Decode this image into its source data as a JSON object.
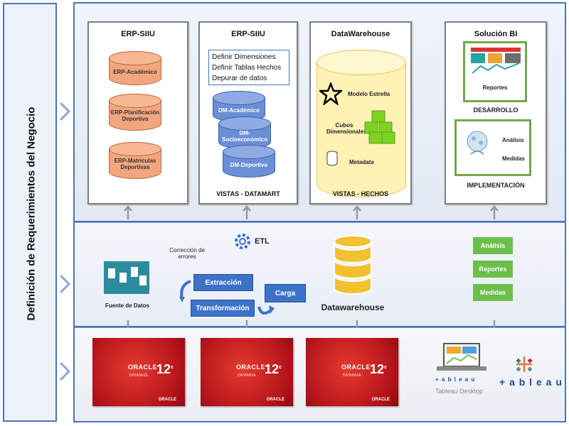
{
  "side_label": "Definición de Requerimientos del Negocio",
  "columns": [
    {
      "title": "ERP-SIIU",
      "items": [
        "ERP-Académico",
        "ERP-Planificación Deportiva",
        "ERP-Matrículas Deportivas"
      ],
      "footer": ""
    },
    {
      "title": "ERP-SIIU",
      "list": [
        "Definir Dimensiones",
        "Definir Tablas Hechos",
        "Depurar de datos"
      ],
      "items": [
        "DM-Académico",
        "DM-Socioeconómico",
        "DM-Deportivo"
      ],
      "footer": "VISTAS - DATAMART"
    },
    {
      "title": "DataWarehouse",
      "labels": [
        "Modelo Estrella",
        "Cubos Dimensionales",
        "Metadata"
      ],
      "footer": "VISTAS - HECHOS"
    },
    {
      "title": "Solución BI",
      "cards": [
        {
          "label": "Reportes",
          "caption": "DESARROLLO"
        },
        {
          "label1": "Análisis",
          "label2": "Medidas",
          "caption": "IMPLEMENTACIÓN"
        }
      ]
    }
  ],
  "middle": {
    "fuente": "Fuente de Datos",
    "correccion": "Corrección de errores",
    "etl": "ETL",
    "extraccion": "Extracción",
    "transformacion": "Transformación",
    "carga": "Carga",
    "datawarehouse": "Datawarehouse",
    "tags": [
      "Análisis",
      "Reportes",
      "Medidas"
    ]
  },
  "bottom": {
    "oracle_name": "ORACLE",
    "oracle_db": "DATABASE",
    "oracle_version": "12",
    "oracle_sup": "c",
    "oracle_footer": "ORACLE",
    "tableau_small": "+ a b l e a u",
    "tableau_desktop": "Tableau Desktop",
    "tableau_big": "+ a b l e a u"
  },
  "colors": {
    "accent": "#4a74b7",
    "green": "#6dbf4c",
    "orange": "#f3a67e",
    "oracle_red": "#c8191f"
  }
}
